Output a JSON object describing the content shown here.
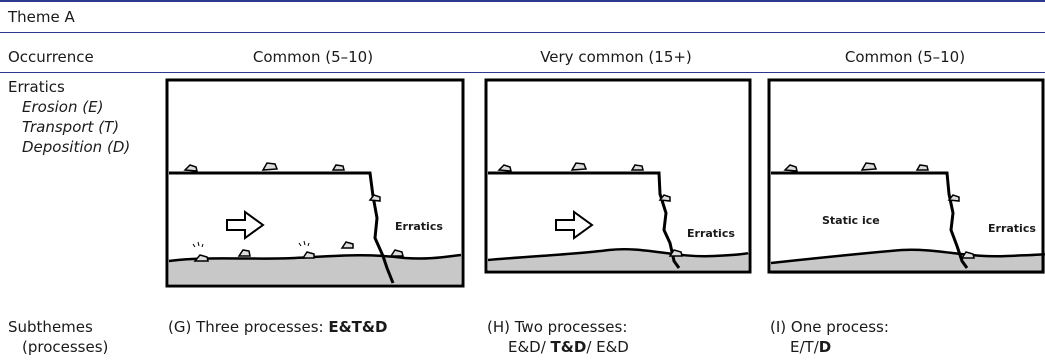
{
  "theme": "Theme A",
  "header": {
    "row_label": "Occurrence",
    "columns": [
      "Common (5–10)",
      "Very common (15+)",
      "Common (5–10)"
    ]
  },
  "left": {
    "title": "Erratics",
    "items": [
      "Erosion (E)",
      "Transport (T)",
      "Deposition (D)"
    ]
  },
  "panels": [
    {
      "labels": [
        "Erratics"
      ]
    },
    {
      "labels": [
        "Erratics"
      ]
    },
    {
      "labels": [
        "Static ice",
        "Erratics"
      ]
    }
  ],
  "subthemes": {
    "label_line1": "Subthemes",
    "label_line2": "(processes)",
    "G": {
      "prefix": "(G) Three processes: ",
      "bold": "E&T&D"
    },
    "H": {
      "line1": "(H) Two processes:",
      "pre": "E&D/ ",
      "bold": "T&D",
      "post": "/ E&D"
    },
    "I": {
      "line1": "(I) One process:",
      "pre": "E/T/",
      "bold": "D"
    }
  },
  "colors": {
    "rule": "#2b3a8f",
    "ground": "#c8c8c8"
  }
}
